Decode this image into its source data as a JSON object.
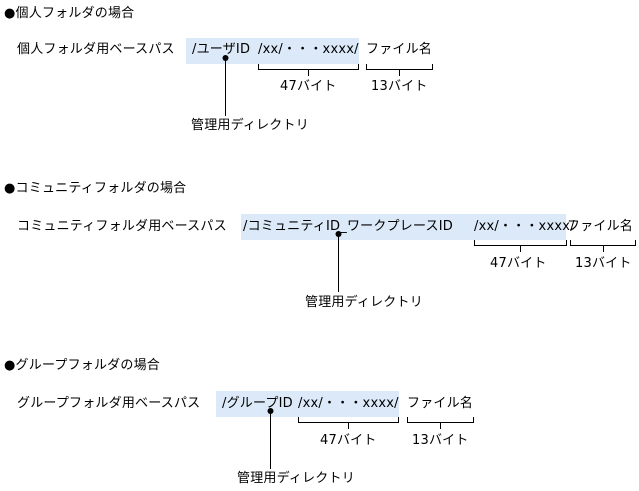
{
  "sections": [
    {
      "heading": "●個人フォルダの場合",
      "base_path_label": "個人フォルダ用ベースパス",
      "path_prefix": "/ユーザID",
      "path_suffix": "/xx/・・・xxxx/",
      "file_name": "ファイル名",
      "path_size": "47バイト",
      "file_size": "13バイト",
      "management_dir": "管理用ディレクトリ"
    },
    {
      "heading": "●コミュニティフォルダの場合",
      "base_path_label": "コミュニティフォルダ用ベースパス",
      "path_prefix": "/コミュニティID_ワークプレースID",
      "path_suffix": "/xx/・・・xxxx/",
      "file_name": "ファイル名",
      "path_size": "47バイト",
      "file_size": "13バイト",
      "management_dir": "管理用ディレクトリ"
    },
    {
      "heading": "●グループフォルダの場合",
      "base_path_label": "グループフォルダ用ベースパス",
      "path_prefix": "/グループID",
      "path_suffix": "/xx/・・・xxxx/",
      "file_name": "ファイル名",
      "path_size": "47バイト",
      "file_size": "13バイト",
      "management_dir": "管理用ディレクトリ"
    }
  ]
}
